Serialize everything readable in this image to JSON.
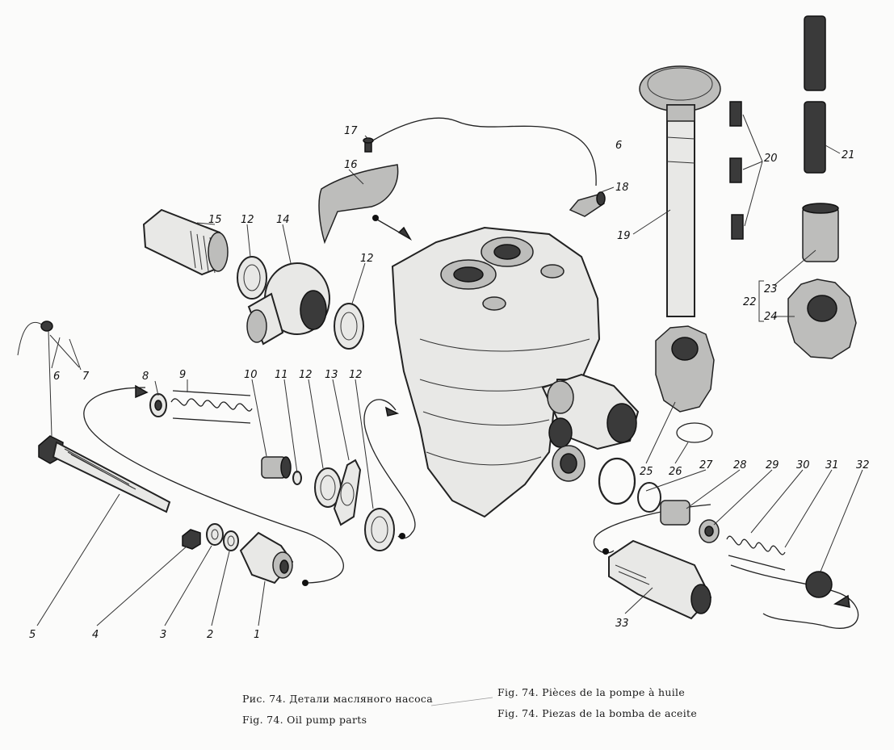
{
  "labels": {
    "p1": "1",
    "p2": "2",
    "p3": "3",
    "p4": "4",
    "p5": "5",
    "p6a": "6",
    "p6b": "6",
    "p7": "7",
    "p8": "8",
    "p9": "9",
    "p10": "10",
    "p11": "11",
    "p12a": "12",
    "p12b": "12",
    "p12c": "12",
    "p12d": "12",
    "p13": "13",
    "p14": "14",
    "p15": "15",
    "p16": "16",
    "p17": "17",
    "p18": "18",
    "p19": "19",
    "p20": "20",
    "p21": "21",
    "p22": "22",
    "p23": "23",
    "p24": "24",
    "p25": "25",
    "p26": "26",
    "p27": "27",
    "p28": "28",
    "p29": "29",
    "p30": "30",
    "p31": "31",
    "p32": "32",
    "p33": "33"
  },
  "captions": {
    "ru": "Рис. 74. Детали масляного насоса",
    "en": "Fig. 74. Oil pump parts",
    "fr": "Fig. 74. Pièces de la pompe à huile",
    "es": "Fig. 74. Piezas de la bomba de aceite"
  }
}
